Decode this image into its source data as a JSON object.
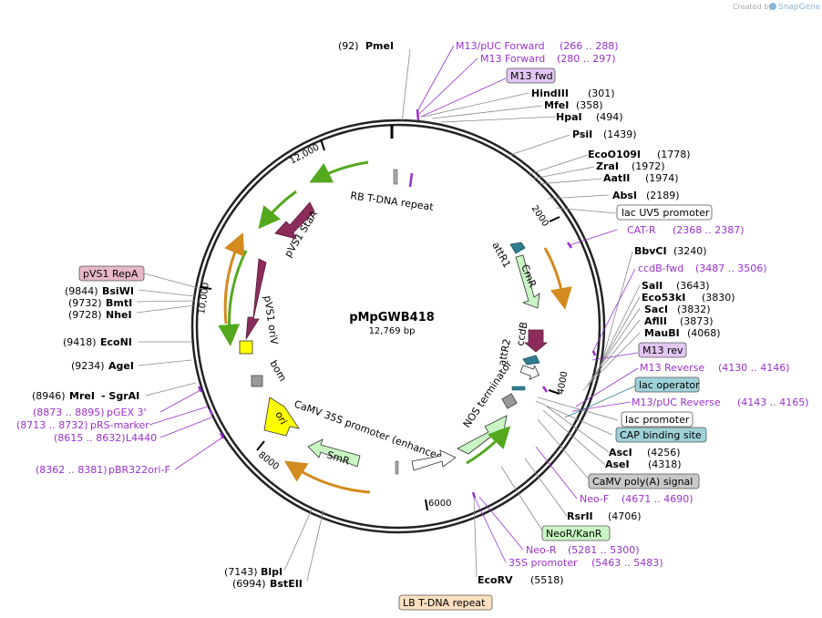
{
  "credit": "Created by",
  "brand": "SnapGene",
  "plasmid": {
    "name": "pMpGWB418",
    "size": "12,769 bp"
  },
  "ticks": [
    "2000",
    "4000",
    "6000",
    "8000",
    "10,000",
    "12,000"
  ],
  "sites": [
    {
      "pos": "(92)",
      "name": "PmeI"
    },
    {
      "name": "HindIII",
      "pos": "(301)"
    },
    {
      "name": "MfeI",
      "pos": "(358)"
    },
    {
      "name": "HpaI",
      "pos": "(494)"
    },
    {
      "name": "PsiI",
      "pos": "(1439)"
    },
    {
      "name": "EcoO109I",
      "pos": "(1778)"
    },
    {
      "name": "ZraI",
      "pos": "(1972)"
    },
    {
      "name": "AatII",
      "pos": "(1974)"
    },
    {
      "name": "AbsI",
      "pos": "(2189)"
    },
    {
      "name": "BbvCI",
      "pos": "(3240)"
    },
    {
      "name": "SalI",
      "pos": "(3643)"
    },
    {
      "name": "Eco53kI",
      "pos": "(3830)"
    },
    {
      "name": "SacI",
      "pos": "(3832)"
    },
    {
      "name": "AflII",
      "pos": "(3873)"
    },
    {
      "name": "MauBI",
      "pos": "(4068)"
    },
    {
      "name": "AscI",
      "pos": "(4256)"
    },
    {
      "name": "AseI",
      "pos": "(4318)"
    },
    {
      "name": "RsrII",
      "pos": "(4706)"
    },
    {
      "name": "EcoRV",
      "pos": "(5518)"
    },
    {
      "pos": "(7143)",
      "name": "BlpI"
    },
    {
      "pos": "(6994)",
      "name": "BstEII"
    },
    {
      "pos": "(8946)",
      "name": "MreI",
      "extra": "- SgrAI"
    },
    {
      "pos": "(9234)",
      "name": "AgeI"
    },
    {
      "pos": "(9418)",
      "name": "EcoNI"
    },
    {
      "pos": "(9728)",
      "name": "NheI"
    },
    {
      "pos": "(9732)",
      "name": "BmtI"
    },
    {
      "pos": "(9844)",
      "name": "BsiWI"
    }
  ],
  "primers": [
    {
      "name": "M13/pUC Forward",
      "range": "(266 .. 288)"
    },
    {
      "name": "M13 Forward",
      "range": "(280 .. 297)"
    },
    {
      "name": "CAT-R",
      "range": "(2368 .. 2387)"
    },
    {
      "name": "ccdB-fwd",
      "range": "(3487 .. 3506)"
    },
    {
      "name": "M13 Reverse",
      "range": "(4130 .. 4146)"
    },
    {
      "name": "M13/pUC Reverse",
      "range": "(4143 .. 4165)"
    },
    {
      "name": "Neo-F",
      "range": "(4671 .. 4690)"
    },
    {
      "name": "Neo-R",
      "range": "(5281 .. 5300)"
    },
    {
      "name": "35S promoter",
      "range": "(5463 .. 5483)"
    },
    {
      "range": "(8873 .. 8895)",
      "name": "pGEX 3'"
    },
    {
      "range": "(8713 .. 8732)",
      "name": "pRS-marker"
    },
    {
      "range": "(8615 .. 8632)",
      "name": "L4440"
    },
    {
      "range": "(8362 .. 8381)",
      "name": "pBR322ori-F"
    }
  ],
  "boxes": [
    {
      "text": "M13 fwd",
      "fill": "#e2c6f2"
    },
    {
      "text": "lac UV5 promoter",
      "fill": "#ffffff"
    },
    {
      "text": "M13 rev",
      "fill": "#e2c6f2"
    },
    {
      "text": "lac operator",
      "fill": "#9fd1d8"
    },
    {
      "text": "lac promoter",
      "fill": "#ffffff"
    },
    {
      "text": "CAP binding site",
      "fill": "#9fd1d8"
    },
    {
      "text": "CaMV poly(A) signal",
      "fill": "#c8c8c8"
    },
    {
      "text": "NeoR/KanR",
      "fill": "#c9f5c4"
    },
    {
      "text": "LB T-DNA repeat",
      "fill": "#fde0c0"
    },
    {
      "text": "pVS1 RepA",
      "fill": "#e8b8c8"
    }
  ],
  "features": {
    "rb": "RB T-DNA repeat",
    "staa": "pVS1 StaA",
    "oriv": "pVS1 oriV",
    "bom": "bom",
    "ori": "ori",
    "p35s": "CaMV 35S promoter (enhanced)",
    "smr": "SmR",
    "nos": "NOS terminator",
    "attr1": "attR1",
    "cmr": "CmR",
    "attr2": "attR2",
    "ccdb": "ccdB"
  },
  "colors": {
    "primer": "#9b30d0",
    "green_arrow": "#c9f5c4",
    "maroon_arrow": "#8b2c5a",
    "teal": "#2f7f91",
    "yellow": "#ffff00",
    "orange_line": "#d38a1e",
    "green_line": "#54a81e"
  }
}
